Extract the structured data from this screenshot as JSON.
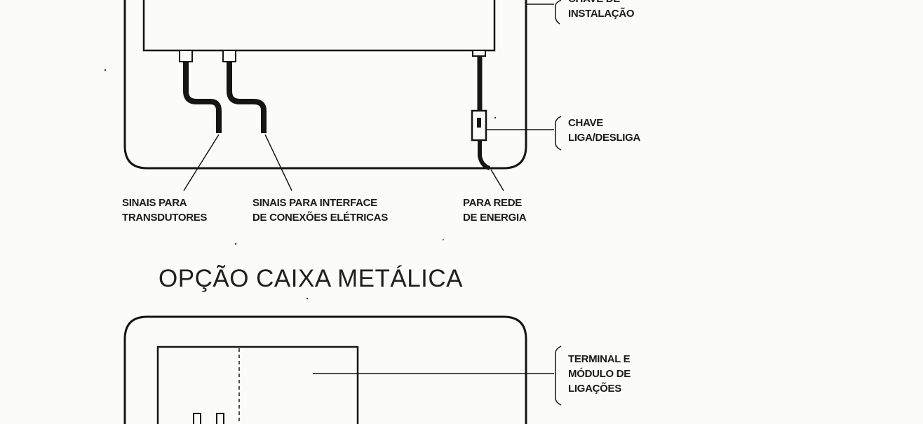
{
  "labels": {
    "chave_instalacao_line1": "CHAVE DE",
    "chave_instalacao_line2": "INSTALAÇÃO",
    "chave_liga_line1": "CHAVE",
    "chave_liga_line2": "LIGA/DESLIGA",
    "sinais_transdutores_line1": "SINAIS PARA",
    "sinais_transdutores_line2": "TRANSDUTORES",
    "sinais_interface_line1": "SINAIS PARA INTERFACE",
    "sinais_interface_line2": "DE CONEXÕES ELÉTRICAS",
    "rede_energia_line1": "PARA REDE",
    "rede_energia_line2": "DE ENERGIA",
    "terminal_line1": "TERMINAL E",
    "terminal_line2": "MÓDULO DE",
    "terminal_line3": "LIGAÇÕES"
  },
  "section_title": "OPÇÃO CAIXA METÁLICA",
  "colors": {
    "ink": "#151515",
    "paper": "#fbfbf9"
  }
}
